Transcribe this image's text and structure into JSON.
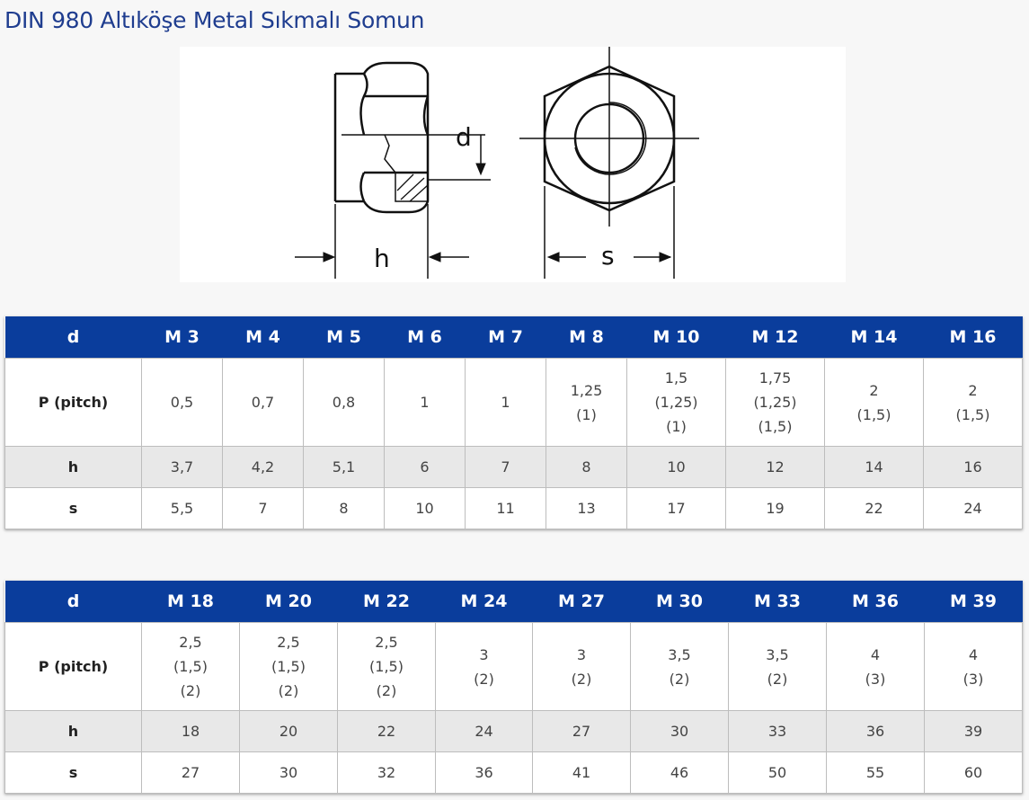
{
  "title": "DIN 980 Altıköşe Metal Sıkmalı Somun",
  "diagram": {
    "label_d": "d",
    "label_h": "h",
    "label_s": "s"
  },
  "table1": {
    "header": [
      "d",
      "M 3",
      "M 4",
      "M 5",
      "M 6",
      "M 7",
      "M 8",
      "M 10",
      "M 12",
      "M 14",
      "M 16"
    ],
    "rows": [
      {
        "label": "P (pitch)",
        "values": [
          [
            "0,5"
          ],
          [
            "0,7"
          ],
          [
            "0,8"
          ],
          [
            "1"
          ],
          [
            "1"
          ],
          [
            "1,25",
            "(1)"
          ],
          [
            "1,5",
            "(1,25)",
            "(1)"
          ],
          [
            "1,75",
            "(1,25)",
            "(1,5)"
          ],
          [
            "2",
            "(1,5)"
          ],
          [
            "2",
            "(1,5)"
          ]
        ]
      },
      {
        "label": "h",
        "values": [
          [
            "3,7"
          ],
          [
            "4,2"
          ],
          [
            "5,1"
          ],
          [
            "6"
          ],
          [
            "7"
          ],
          [
            "8"
          ],
          [
            "10"
          ],
          [
            "12"
          ],
          [
            "14"
          ],
          [
            "16"
          ]
        ]
      },
      {
        "label": "s",
        "values": [
          [
            "5,5"
          ],
          [
            "7"
          ],
          [
            "8"
          ],
          [
            "10"
          ],
          [
            "11"
          ],
          [
            "13"
          ],
          [
            "17"
          ],
          [
            "19"
          ],
          [
            "22"
          ],
          [
            "24"
          ]
        ]
      }
    ]
  },
  "table2": {
    "header": [
      "d",
      "M 18",
      "M 20",
      "M 22",
      "M 24",
      "M 27",
      "M 30",
      "M 33",
      "M 36",
      "M 39"
    ],
    "rows": [
      {
        "label": "P (pitch)",
        "values": [
          [
            "2,5",
            "(1,5)",
            "(2)"
          ],
          [
            "2,5",
            "(1,5)",
            "(2)"
          ],
          [
            "2,5",
            "(1,5)",
            "(2)"
          ],
          [
            "3",
            "(2)"
          ],
          [
            "3",
            "(2)"
          ],
          [
            "3,5",
            "(2)"
          ],
          [
            "3,5",
            "(2)"
          ],
          [
            "4",
            "(3)"
          ],
          [
            "4",
            "(3)"
          ]
        ]
      },
      {
        "label": "h",
        "values": [
          [
            "18"
          ],
          [
            "20"
          ],
          [
            "22"
          ],
          [
            "24"
          ],
          [
            "27"
          ],
          [
            "30"
          ],
          [
            "33"
          ],
          [
            "36"
          ],
          [
            "39"
          ]
        ]
      },
      {
        "label": "s",
        "values": [
          [
            "27"
          ],
          [
            "30"
          ],
          [
            "32"
          ],
          [
            "36"
          ],
          [
            "41"
          ],
          [
            "46"
          ],
          [
            "50"
          ],
          [
            "55"
          ],
          [
            "60"
          ]
        ]
      }
    ]
  },
  "colors": {
    "header_bg": "#0a3d9c",
    "title": "#1f3d8f",
    "grey_row": "#e8e8e8"
  }
}
